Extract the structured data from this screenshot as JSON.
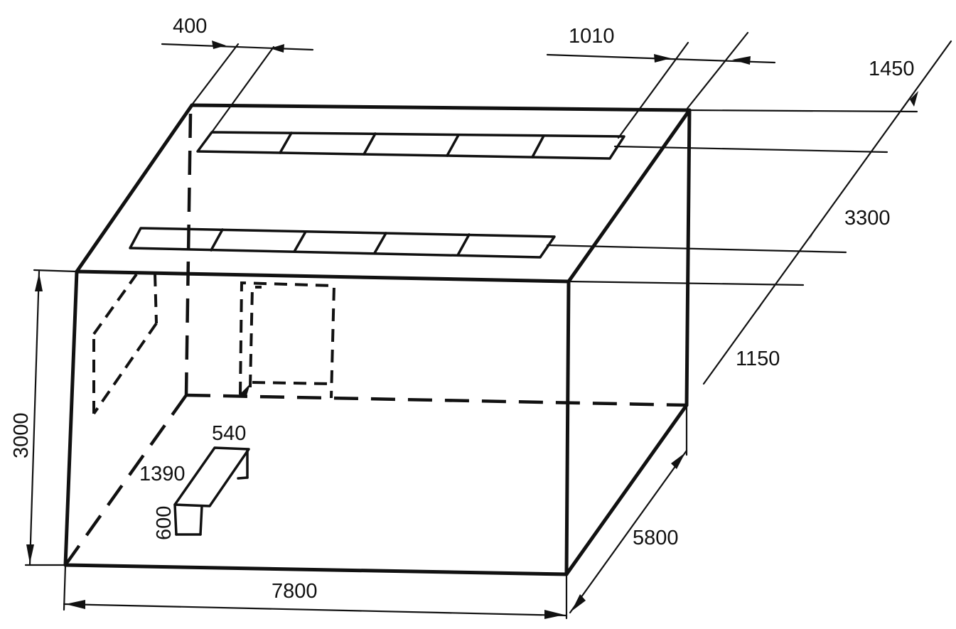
{
  "diagram": {
    "dimensions": {
      "top_left_offset": "400",
      "top_right_offset": "1010",
      "far_right_top": "1450",
      "right_middle": "3300",
      "right_bottom": "1150",
      "height": "3000",
      "length": "7800",
      "depth": "5800",
      "box_top": "540",
      "box_side": "1390",
      "box_height": "600"
    }
  }
}
